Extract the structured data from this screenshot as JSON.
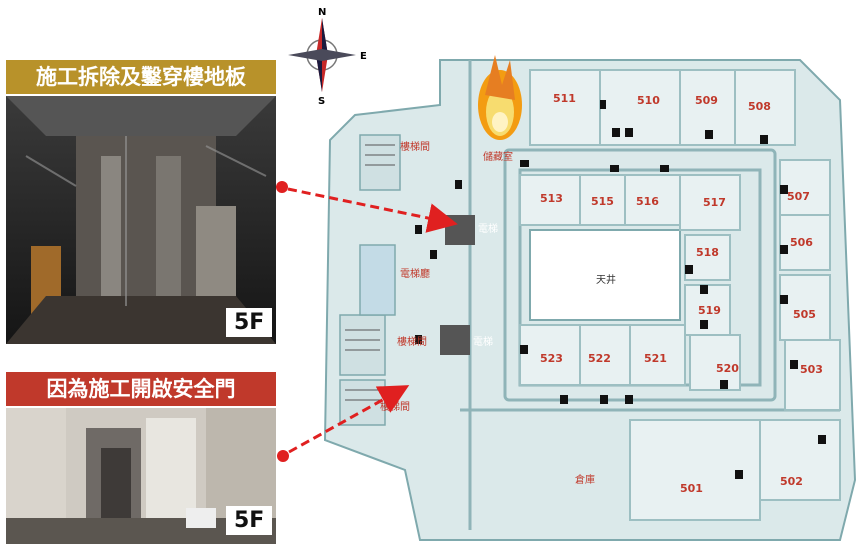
{
  "top_panel": {
    "title": "施工拆除及鑿穿樓地板",
    "floor": "5F",
    "banner_color": "#b8922a"
  },
  "bottom_panel": {
    "title": "因為施工開啟安全門",
    "floor": "5F",
    "banner_color": "#c0392b"
  },
  "compass": {
    "n": "N",
    "s": "S",
    "e": "E"
  },
  "rooms": {
    "r511": "511",
    "r510": "510",
    "r509": "509",
    "r508": "508",
    "r507": "507",
    "r506": "506",
    "r505": "505",
    "r503": "503",
    "r502": "502",
    "r501": "501",
    "r513": "513",
    "r515": "515",
    "r516": "516",
    "r517": "517",
    "r518": "518",
    "r519": "519",
    "r520": "520",
    "r521": "521",
    "r522": "522",
    "r523": "523"
  },
  "labels": {
    "atrium": "天井",
    "storage": "倉庫",
    "fire_room": "儲藏室",
    "stair_top": "樓梯間",
    "stair_mid": "電梯廳",
    "stair_bottom1": "樓梯間",
    "stair_bottom2": "樓梯間",
    "elevator1": "電梯",
    "elevator2": "電梯"
  },
  "colors": {
    "arrow": "#e02020",
    "room_label": "#c0392b",
    "wall": "#7fa9ad",
    "fill": "#dbe9ea"
  }
}
